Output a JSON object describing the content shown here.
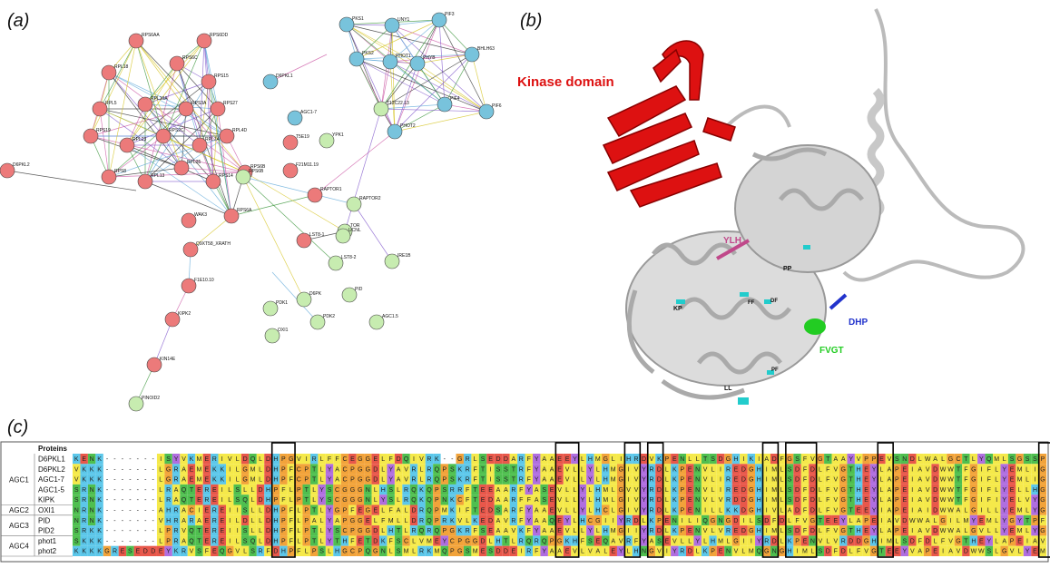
{
  "panels": {
    "a": "(a)",
    "b": "(b)",
    "c": "(c)"
  },
  "colors": {
    "red_node": "#ec7a7a",
    "blue_node": "#78c3dc",
    "green_node": "#c7ecb0",
    "kinase": "#dd1111",
    "ylh": "#c0488a",
    "dhp": "#2233cc",
    "fvgt": "#22cc22",
    "motif_cyan": "#22cccc"
  },
  "network": {
    "red_nodes": [
      "RPS6AA",
      "RPS6DD",
      "D6PKL2",
      "RPS6B",
      "RPL4D",
      "T5E19",
      "F21M11.19",
      "RAPTOR1",
      "RPS6A",
      "WAK3",
      "LST8-1",
      "Q9XT58_XRATH",
      "F1E10.10",
      "KIPK2",
      "KIN14E",
      "RPS6C",
      "RPL18",
      "RPS15",
      "RPL5",
      "RPL10A",
      "RPS3A",
      "RPS27",
      "RPS19",
      "RPL23",
      "RPS2C",
      "RPL7A",
      "RPS8",
      "RPL13",
      "RPL35",
      "RPS14"
    ],
    "blue_nodes": [
      "PKS1",
      "UNY1",
      "PIF3",
      "BHLH63",
      "PHYB",
      "D6PKL1",
      "PKS2",
      "PHOT1",
      "PIF6",
      "PHOT2",
      "PIF4",
      "AGC1-7"
    ],
    "green_nodes": [
      "RPS6B",
      "TOR",
      "RAPTOR2",
      "LST8-2",
      "IRE1B",
      "PID",
      "D6PK",
      "PDK1",
      "PDK2",
      "OXI1",
      "AGC1.5",
      "UCNL",
      "PINOID2",
      "YPK1",
      "T12C22.13"
    ]
  },
  "structure": {
    "kinase_label": "Kinase domain",
    "motifs": {
      "ylh": "YLH",
      "dhp": "DHP",
      "fvgt": "FVGT",
      "pp": "PP",
      "kp": "KP",
      "ff": "FF",
      "df": "DF",
      "pf": "PF",
      "ll": "LL"
    }
  },
  "alignment": {
    "header": "Proteins",
    "groups": [
      {
        "name": "AGC1",
        "rows": 5
      },
      {
        "name": "AGC2",
        "rows": 1
      },
      {
        "name": "AGC3",
        "rows": 2
      },
      {
        "name": "AGC4",
        "rows": 2
      }
    ],
    "proteins": [
      "D6PKL1",
      "D6PKL2",
      "AGC1-7",
      "AGC1-5",
      "KIPK",
      "OXI1",
      "PID",
      "PID2",
      "phot1",
      "phot2"
    ],
    "sequences": [
      "KENK-------ISYVKMERIVLDQLDHPGVIRLFFCEGGELFDQIVRK--GRLSEDDARFYAAEEYLHMGLIHRDVKPENLLTSDGHIKIADFGSFVGTAAYVPPEVSNDLWALGCTLYQMLSGSSPFKPP",
      "VKKK-------LGRAEMEKKILGMLDHPFCPTLYACPGGDLYAVRLRQPSKRFTISSTRFYAAEVLLYLHMGIVYRDLKPENVLIREDGHIMLSDFDLFVGTHEYLAPEIAVDWWTFGIFLYEMLIGRTPFKPP",
      "VKKK-------LGRAEMEKKILGMLDHPFCPTLYACPGGDLYAVRLRQPSKRFTISSTRFYAAEVLLYLHMGIVYRDLKPENVLIREDGHIMLSDFDLFVGTHEYLAPEIAVDWWTFGIFLYEMLIGRTPFKPP",
      "SRNK-------LRAQTEREILSLLDHPFLPTLYSCGGGNLHSLRQKQPSRRFTEEAARFYASEVLLYLHMLGVVYRDLKPENVLIREDGHIMLSDFDLFVGTHEYLAPEIAVDWWTFGIFLYELLHGTTPFKPP",
      "SRNK-------LRAQTEREILSQLDHPFLPTLYSCGGGNLYSLRQKQPNKCFTEDAARFFASEVLLYLHMLGIVYRDLKPENVLVRDDGHIMLSDFDLFVGTHEYLAPEIAVDWWTFGIFIYELVYGATPFKPP",
      "NRNK-------AHRACIEREIISLLDHPFLPTLYGPFEGELFALDRQPMKIFTEDSARFYAAEVLLYLHCLGIVYRDLKPENILLKKDGHIVLADFDLFVGTEEYIAPEIAIDWWALGILLYEMLYGTTPFKPP",
      "NRNK-------VHRARAEREILDLLDHPFLPALYAPGGELFMLLDRQPRKVLKEDAVRFYAAQEYLHCGIIYRDLKPENILIQGNGDILSDFDLFVGTEEYLAPEIAVDWWALGILMYEMLYGYTPFKPP",
      "SRKK-------LPRVQTEREIISLLDHPFLPTLYSCPGGDLHTLRQRQPGKRFSEAAVKFYAAEVLLYLHMGIIYRDLKPENVLVREDGHIMLSDFDLFVGTHEYLAPEIAVDWWALGVLLYEMLYGRTPFKPP",
      "SKKK-------LPRAQTEREILSQLDHPFLPTLYTHFETDKFSCLVMEYCPGGDLHTLRQRQPGKHFSEQAVRFYASEVLLYLHMLGIIYRDLKPENVLVRDDGHIMLSDFDLFVGTHEYLAPEIAVDWWTFGIFLYEMLVGRTPFKPP",
      "KKKKGRESEDDEYKRVSFEQGVLSRFDHPFLPSLHGCPQGNLSMLRKMQPGSMESDDEIRFYAAEVLVALEYLHNGVIYRDLKPENVLMQGNGHIMLSDFDLFVGTEEYVAPEIAVDWWSLGVLYEMLYGTTPFKPP"
    ]
  }
}
